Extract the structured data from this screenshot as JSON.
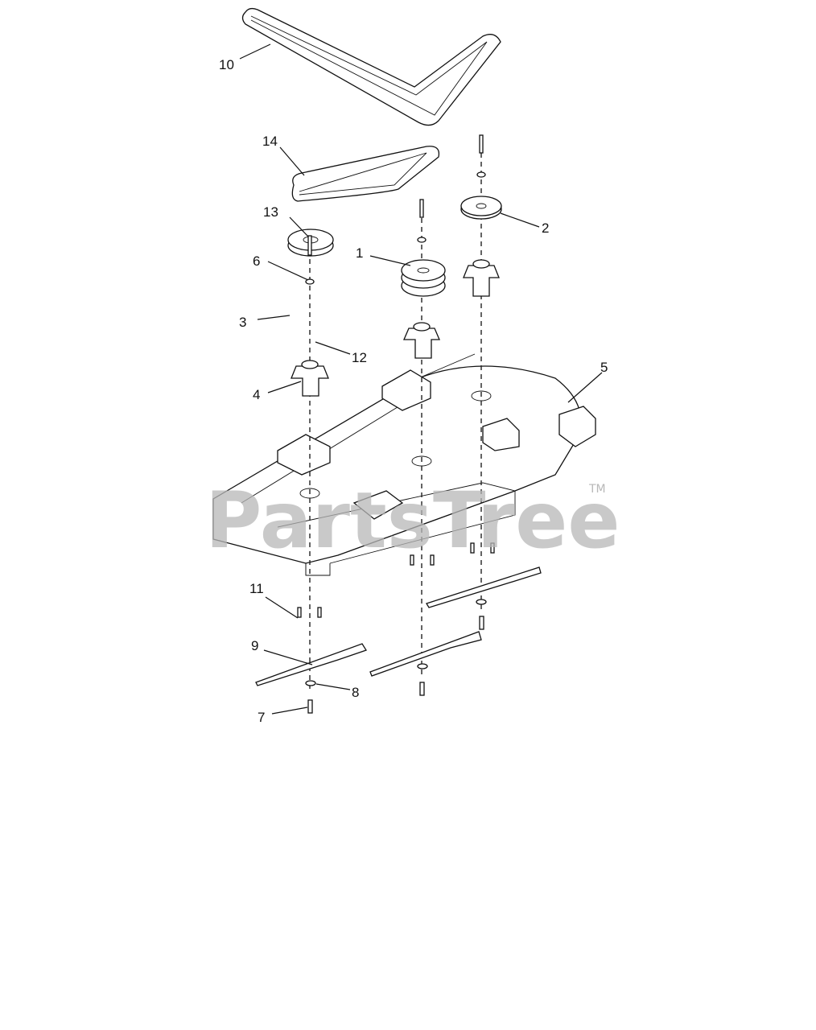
{
  "watermark": {
    "text": "PartsTree",
    "trademark": "TM"
  },
  "callouts": [
    {
      "num": "1"
    },
    {
      "num": "2"
    },
    {
      "num": "3"
    },
    {
      "num": "4"
    },
    {
      "num": "5"
    },
    {
      "num": "6"
    },
    {
      "num": "7"
    },
    {
      "num": "8"
    },
    {
      "num": "9"
    },
    {
      "num": "10"
    },
    {
      "num": "11"
    },
    {
      "num": "12"
    },
    {
      "num": "13"
    },
    {
      "num": "14"
    }
  ]
}
